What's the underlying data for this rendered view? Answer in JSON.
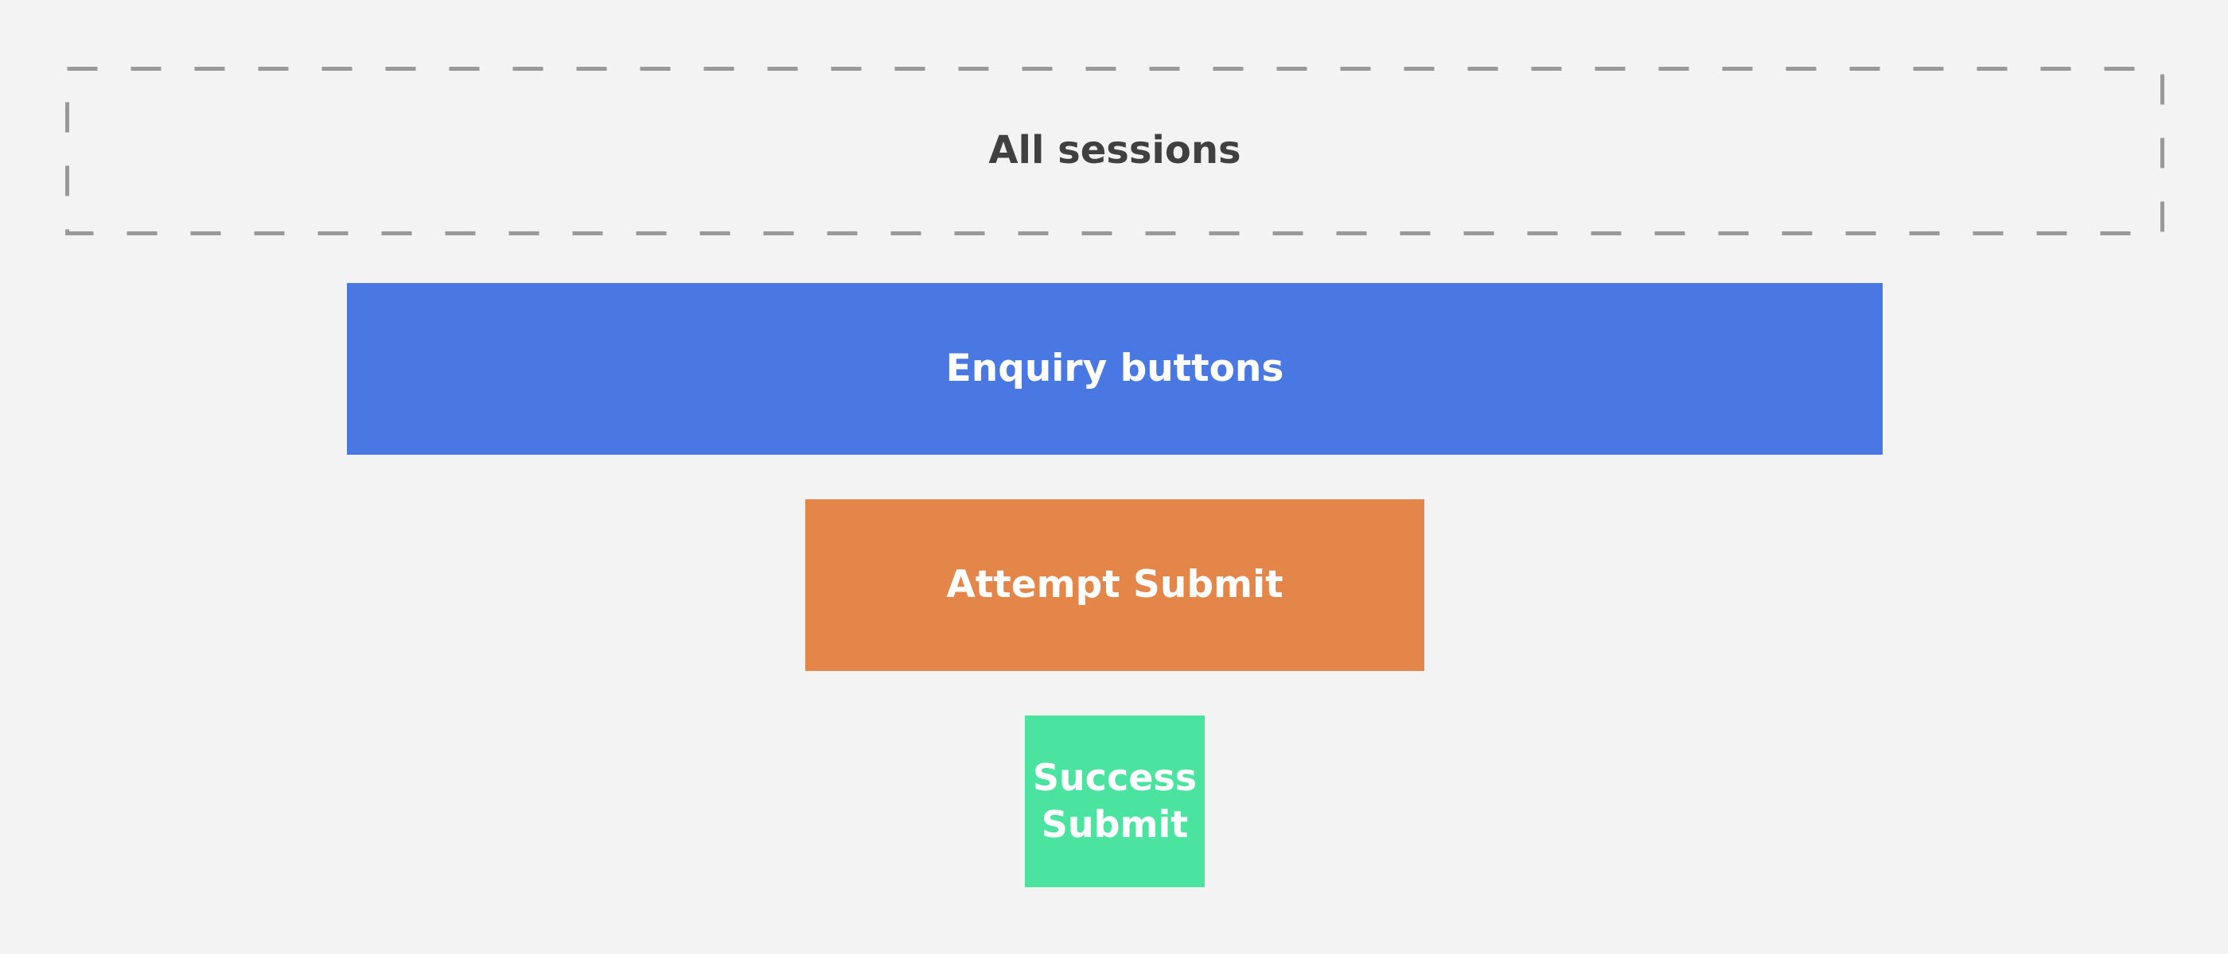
{
  "funnel": {
    "steps": [
      {
        "label": "All sessions",
        "style": "dashed-outline",
        "border_color": "#999999",
        "text_color": "#404040"
      },
      {
        "label": "Enquiry buttons",
        "color": "#4a78e2",
        "text_color": "#ffffff"
      },
      {
        "label": "Attempt Submit",
        "color": "#e4854a",
        "text_color": "#ffffff"
      },
      {
        "label": "Success\nSubmit",
        "color": "#4be3a0",
        "text_color": "#ffffff"
      }
    ]
  },
  "colors": {
    "background": "#f3f3f3"
  }
}
